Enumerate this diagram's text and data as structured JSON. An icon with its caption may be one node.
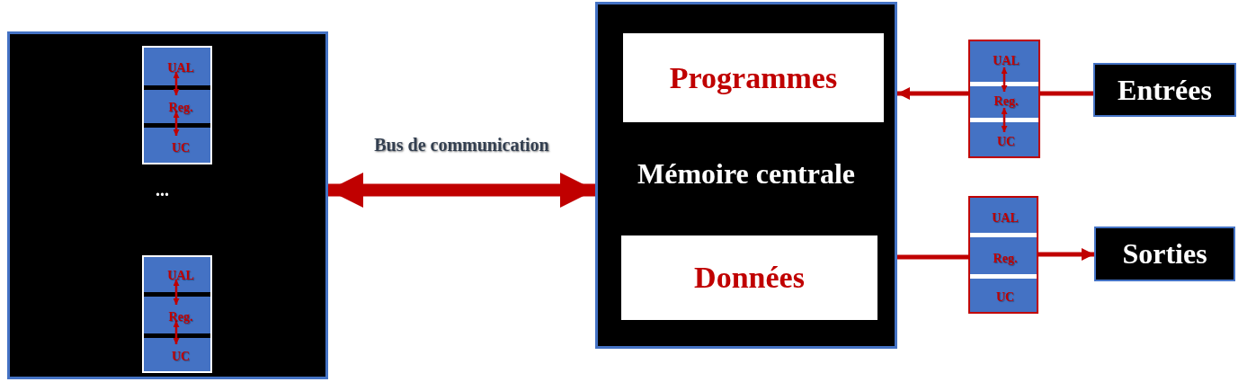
{
  "diagram": {
    "nodes": [
      {
        "text": [],
        "shape": "box"
      },
      {
        "text": [],
        "shape": "box",
        "in": 0
      },
      {
        "text": [
          "UAL"
        ],
        "in": 1
      },
      {
        "text": [
          "Reg."
        ],
        "in": 1
      },
      {
        "text": [
          "UC"
        ],
        "in": 1
      },
      {
        "text": [],
        "shape": "box",
        "in": 0
      },
      {
        "text": [
          "UAL"
        ],
        "in": 5
      },
      {
        "text": [
          "Reg."
        ],
        "in": 5
      },
      {
        "text": [
          "UC"
        ],
        "in": 5
      },
      {
        "text": [
          "Mémoire centrale"
        ]
      },
      {
        "text": [
          "Programmes"
        ],
        "in": 9
      },
      {
        "text": [
          "Données"
        ],
        "in": 9
      },
      {
        "text": [],
        "shape": "box"
      },
      {
        "text": [
          "UAL"
        ],
        "in": 12
      },
      {
        "text": [
          "Reg."
        ],
        "in": 12
      },
      {
        "text": [
          "UC"
        ],
        "in": 12
      },
      {
        "text": [
          "Entrées"
        ]
      },
      {
        "text": [],
        "shape": "box"
      },
      {
        "text": [
          "UAL"
        ],
        "in": 17
      },
      {
        "text": [
          "Reg."
        ],
        "in": 17
      },
      {
        "text": [
          "UC"
        ],
        "in": 17
      },
      {
        "text": [
          "Sorties"
        ]
      }
    ],
    "edges": [
      {
        "from": 0,
        "to": 9,
        "arrow": "both",
        "label": "Bus de communication",
        "style": "thick"
      },
      {
        "from": 2,
        "to": 3,
        "arrow": "both"
      },
      {
        "from": 3,
        "to": 4,
        "arrow": "both"
      },
      {
        "from": 6,
        "to": 7,
        "arrow": "both"
      },
      {
        "from": 7,
        "to": 8,
        "arrow": "both"
      },
      {
        "from": 13,
        "to": 14,
        "arrow": "both"
      },
      {
        "from": 14,
        "to": 15,
        "arrow": "both"
      },
      {
        "from": 16,
        "to": 12,
        "arrow": "none",
        "style": "thick"
      },
      {
        "from": 12,
        "to": 9,
        "arrow": "to",
        "style": "thick"
      },
      {
        "from": 9,
        "to": 17,
        "arrow": "none",
        "style": "thick"
      },
      {
        "from": 17,
        "to": 21,
        "arrow": "to",
        "style": "thick"
      }
    ],
    "labels": [
      "..."
    ]
  }
}
